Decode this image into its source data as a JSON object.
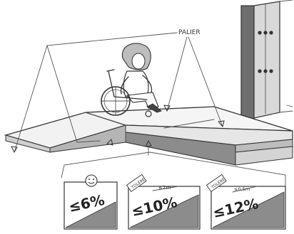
{
  "labels": {
    "landing": "PALIER"
  },
  "slope_panels": [
    {
      "marker": "smiley",
      "tag": "",
      "length": "",
      "value": "≤6%"
    },
    {
      "marker": "tag",
      "tag": "TOLÉRÉ",
      "length": "≤2m",
      "value": "≤10%"
    },
    {
      "marker": "tag",
      "tag": "TOLÉRÉ",
      "length": "≤0,5m",
      "value": "≤12%"
    }
  ],
  "colors": {
    "ink": "#333333",
    "shade": "#8c8c8c",
    "wall": "#6a6a6a"
  }
}
